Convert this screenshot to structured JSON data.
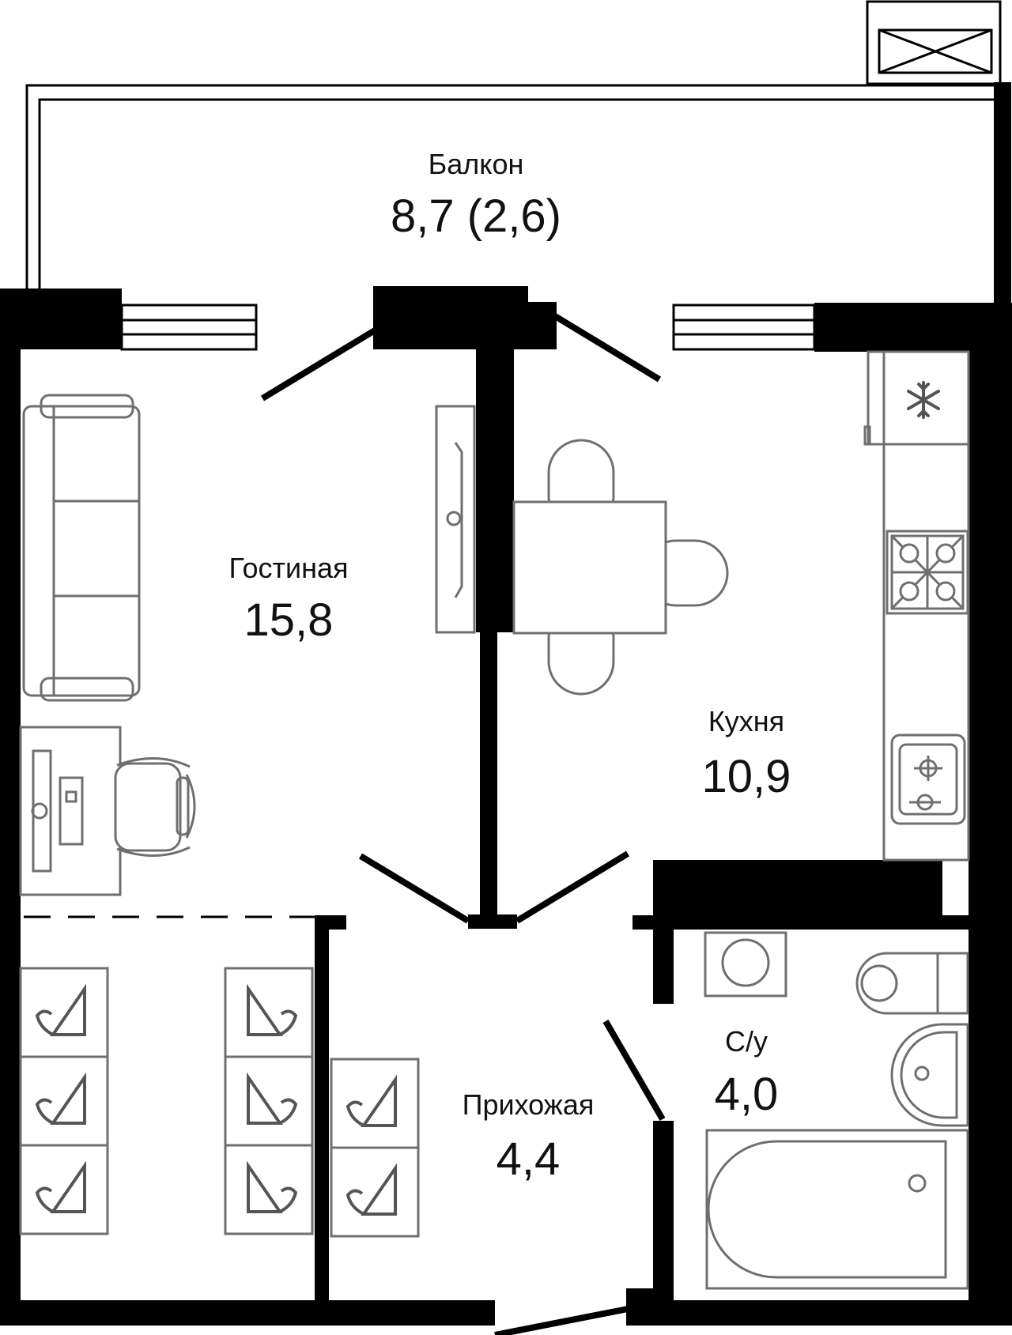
{
  "rooms": [
    {
      "name": "Балкон",
      "area": "8,7 (2,6)"
    },
    {
      "name": "Гостиная",
      "area": "15,8"
    },
    {
      "name": "Кухня",
      "area": "10,9"
    },
    {
      "name": "С/у",
      "area": "4,0"
    },
    {
      "name": "Прихожая",
      "area": "4,4"
    }
  ],
  "icons": {
    "freezer": "snowflake-icon"
  },
  "colors": {
    "walls": "#000000",
    "furniture": "#6f6f6f",
    "background": "#ffffff"
  }
}
